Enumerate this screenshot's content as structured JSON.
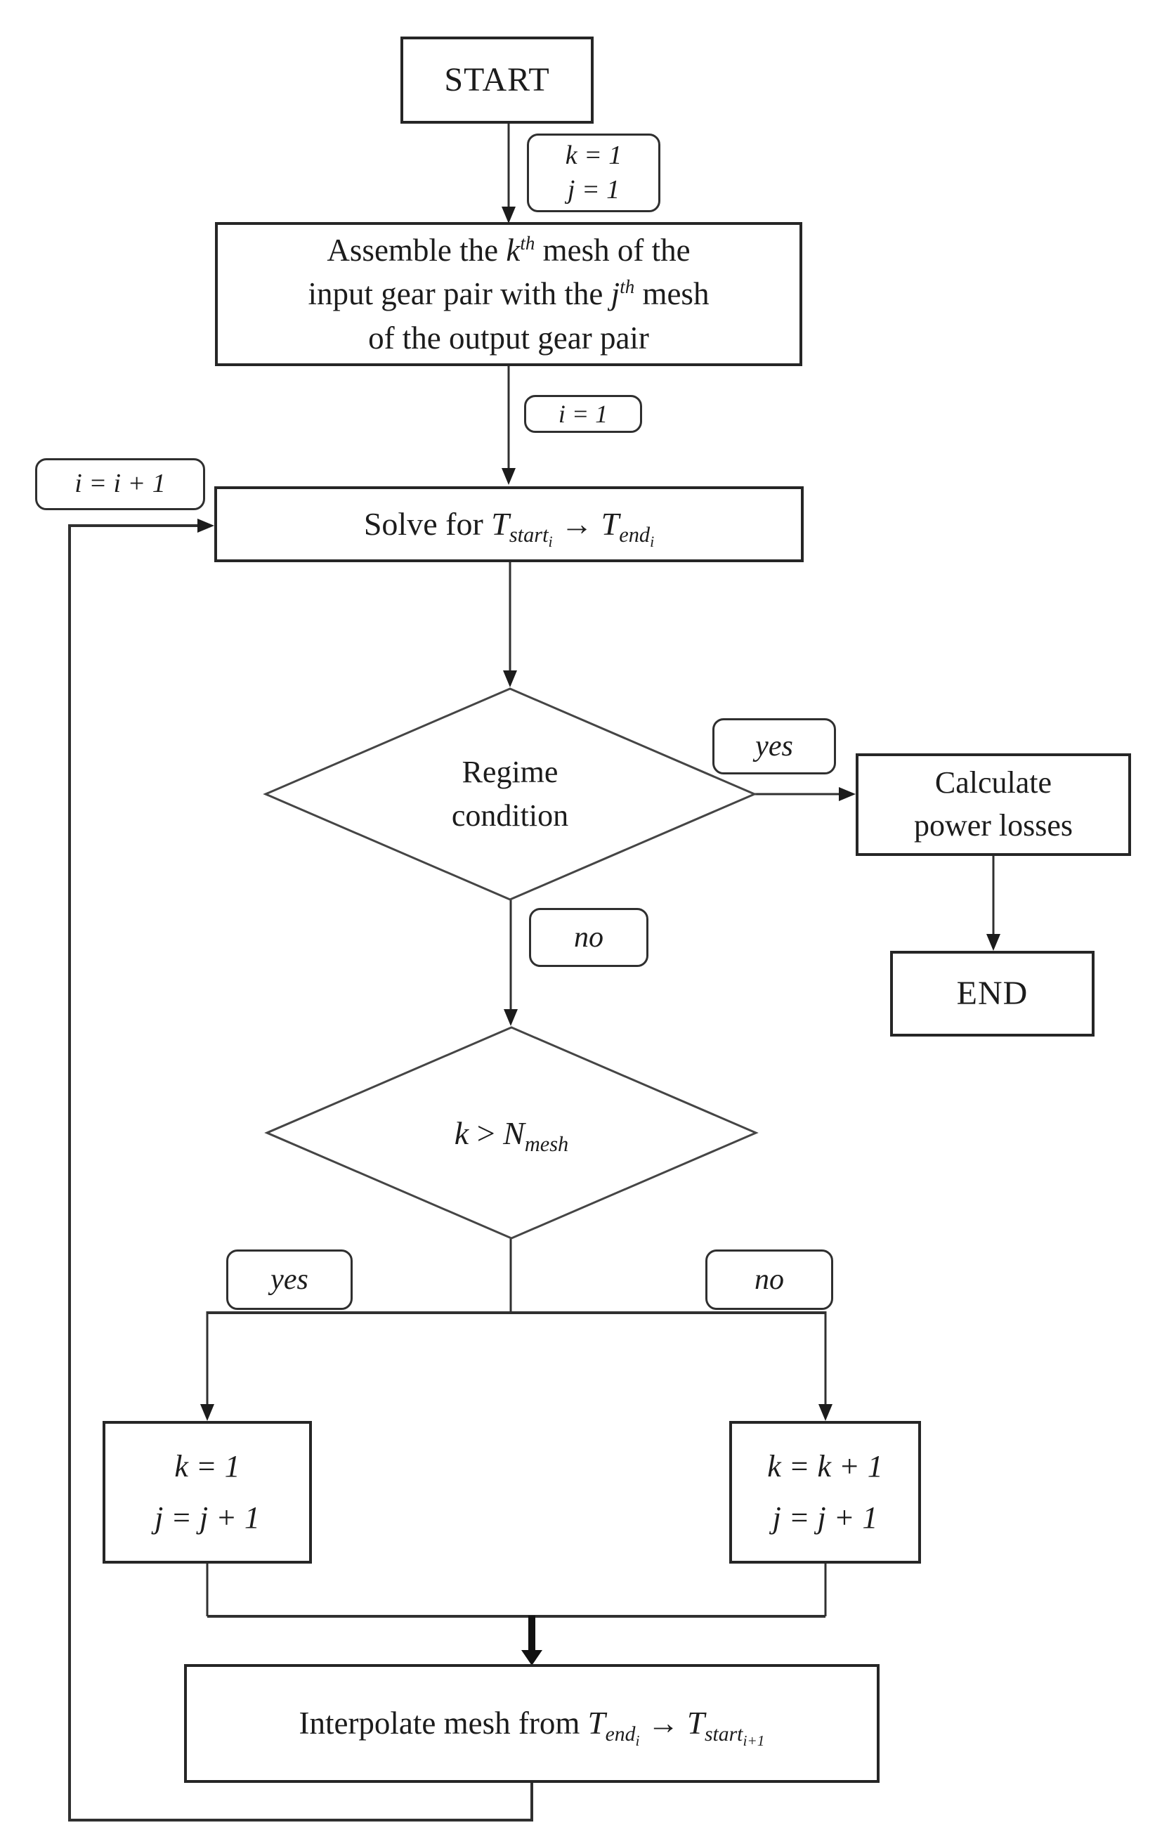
{
  "figure": {
    "background": "#ffffff",
    "stroke_color": "#2a2a2a"
  },
  "nodes": {
    "start": {
      "label": "START"
    },
    "assemble": {
      "l1_a": "Assemble the ",
      "l1_var": "k",
      "l1_sup": "th",
      "l1_b": " mesh of the",
      "l2_a": "input gear pair with the ",
      "l2_var": "j",
      "l2_sup": "th",
      "l2_b": " mesh",
      "l3": "of the output gear pair"
    },
    "solve": {
      "prefix": "Solve for ",
      "t1": "T",
      "t1_sub": "start",
      "t1_subsub": "i",
      "arrow": " → ",
      "t2": "T",
      "t2_sub": "end",
      "t2_subsub": "i"
    },
    "regime": {
      "l1": "Regime",
      "l2": "condition"
    },
    "calculate": {
      "l1": "Calculate",
      "l2": "power losses"
    },
    "end": {
      "label": "END"
    },
    "k_gt_nmesh": {
      "lhs": "k",
      "op": " > ",
      "rhs": "N",
      "rhs_sub": "mesh"
    },
    "reset_mesh": {
      "l1": "k = 1",
      "l2": "j = j + 1"
    },
    "advance_mesh": {
      "l1": "k = k + 1",
      "l2": "j = j + 1"
    },
    "interpolate": {
      "prefix": "Interpolate mesh from ",
      "t1": "T",
      "t1_sub": "end",
      "t1_subsub": "i",
      "arrow": " → ",
      "t2": "T",
      "t2_sub": "start",
      "t2_subsub": "i+1"
    }
  },
  "labels": {
    "init_k": "k = 1",
    "init_j": "j = 1",
    "init_i": "i = 1",
    "increment_i": "i = i + 1",
    "regime_yes": "yes",
    "regime_no": "no",
    "mesh_yes": "yes",
    "mesh_no": "no"
  }
}
